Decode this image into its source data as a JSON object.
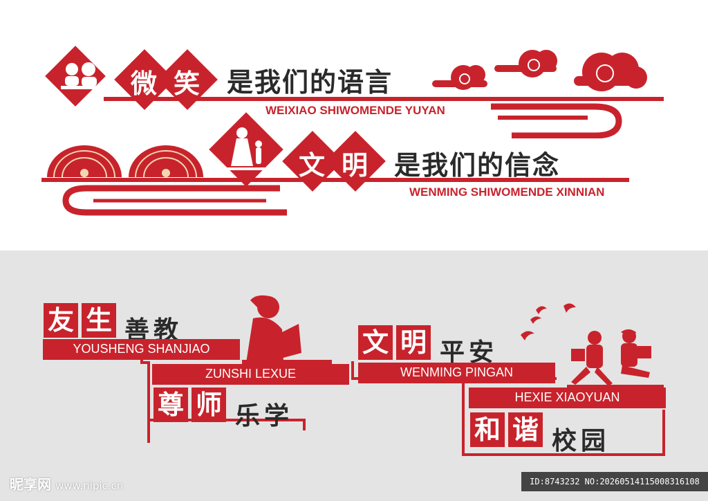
{
  "top": {
    "line1": {
      "diamond_chars": [
        "微",
        "笑"
      ],
      "headline": "是我们的语言",
      "pinyin": "WEIXIAO SHIWOMENDE YUYAN"
    },
    "line2": {
      "diamond_chars": [
        "文",
        "明"
      ],
      "headline": "是我们的信念",
      "pinyin": "WENMING SHIWOMENDE XINNIAN"
    }
  },
  "bottom": {
    "block1": {
      "red_chars": [
        "友",
        "生"
      ],
      "dark_text": "善教",
      "pinyin": "YOUSHENG SHANJIAO"
    },
    "block2": {
      "red_chars": [
        "尊",
        "师"
      ],
      "dark_text": "乐学",
      "pinyin": "ZUNSHI LEXUE"
    },
    "block3": {
      "red_chars": [
        "文",
        "明"
      ],
      "dark_text": "平安",
      "pinyin": "WENMING PINGAN"
    },
    "block4": {
      "red_chars": [
        "和",
        "谐"
      ],
      "dark_text": "校园",
      "pinyin": "HEXIE XIAOYUAN"
    }
  },
  "footer": {
    "logo": "昵享网",
    "site": "www.nipic.cn",
    "id_text": "ID:8743232 NO:20260514115008316108"
  },
  "colors": {
    "accent": "#c8232c",
    "text_dark": "#2a2a2a",
    "bottom_bg": "#e4e4e4"
  }
}
